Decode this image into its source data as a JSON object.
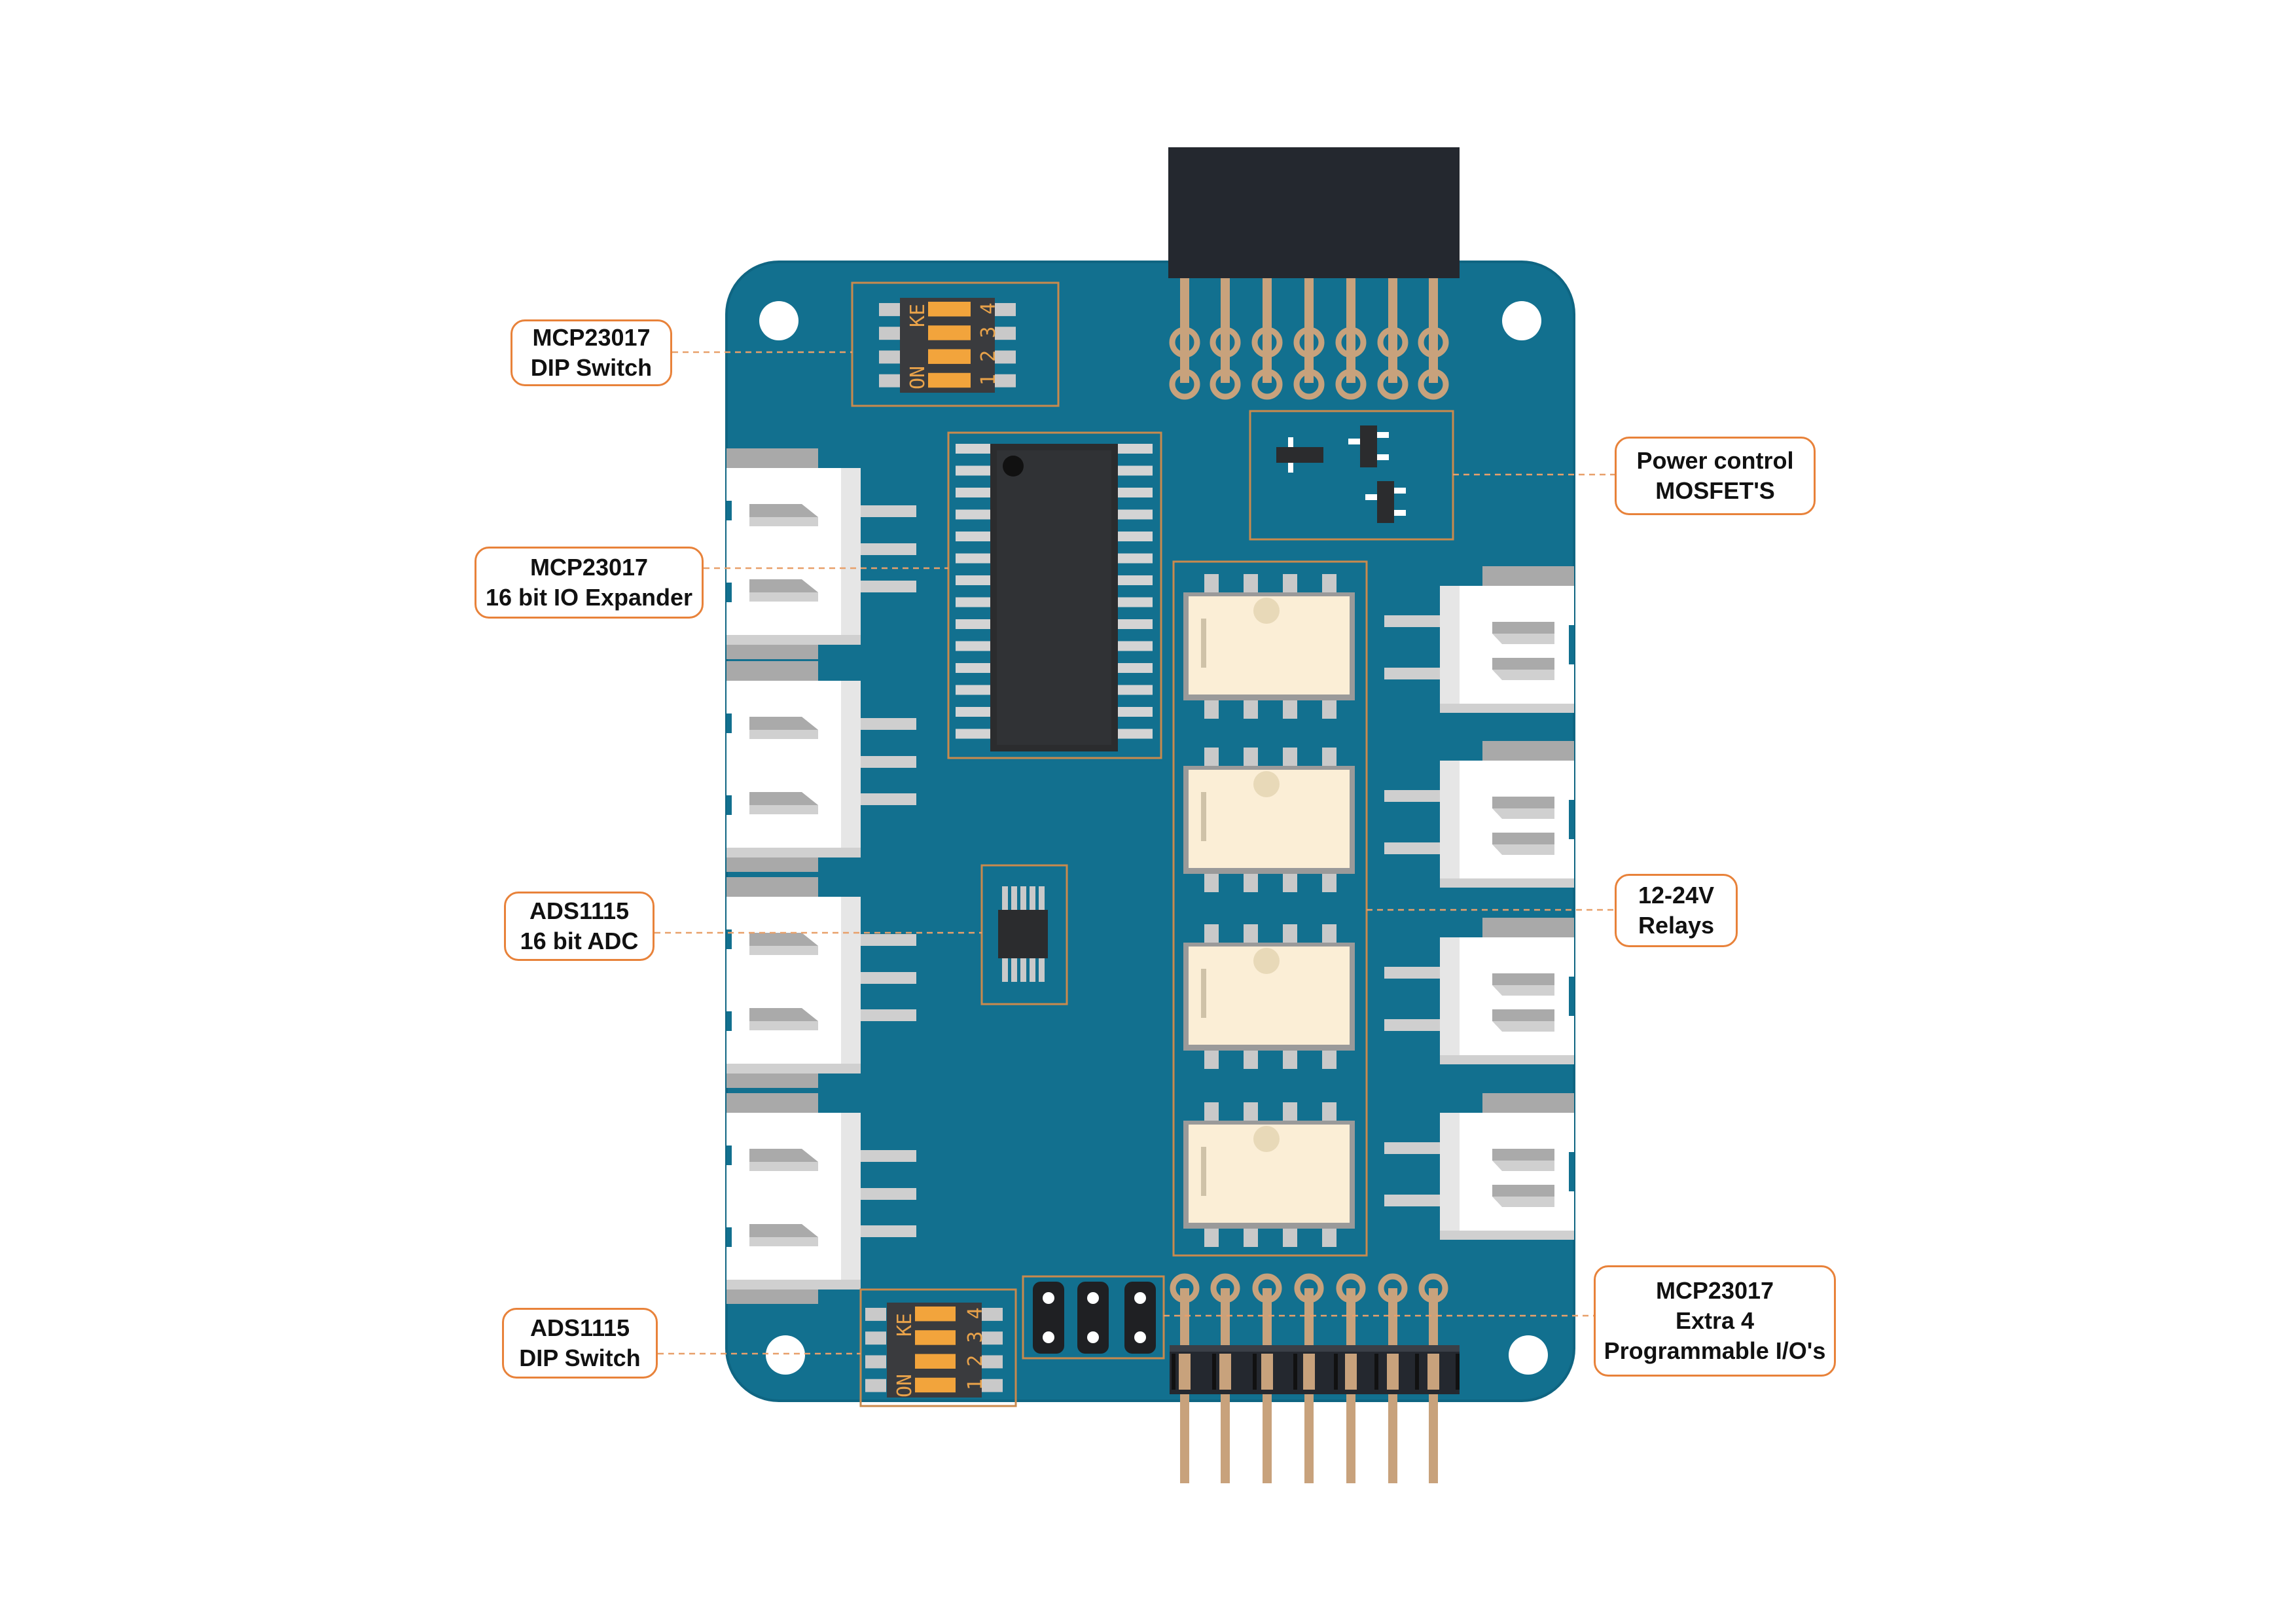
{
  "colors": {
    "board": "#12708f",
    "board_edge": "#0f6582",
    "callout_border": "#e8823a",
    "leader_line": "#e8a06a",
    "chip": "#2b2c2e",
    "relay_body": "#fbeed6",
    "pin_copper": "#c8a27c",
    "header_black": "#24282f",
    "switch_orange": "#f2a43c"
  },
  "callouts": [
    {
      "id": "mcp-dip",
      "lines": [
        "MCP23017",
        "DIP Switch"
      ]
    },
    {
      "id": "mcp-expander",
      "lines": [
        "MCP23017",
        "16 bit IO Expander"
      ]
    },
    {
      "id": "ads-adc",
      "lines": [
        "ADS1115",
        "16 bit ADC"
      ]
    },
    {
      "id": "ads-dip",
      "lines": [
        "ADS1115",
        "DIP Switch"
      ]
    },
    {
      "id": "mosfets",
      "lines": [
        "Power control",
        "MOSFET'S"
      ]
    },
    {
      "id": "relays",
      "lines": [
        "12-24V",
        "Relays"
      ]
    },
    {
      "id": "extra-io",
      "lines": [
        "MCP23017",
        "Extra 4",
        "Programmable I/O's"
      ]
    }
  ],
  "dip_switch": {
    "on_label": "ON",
    "ke_label": "KE",
    "positions": [
      "1",
      "2",
      "3",
      "4"
    ]
  }
}
